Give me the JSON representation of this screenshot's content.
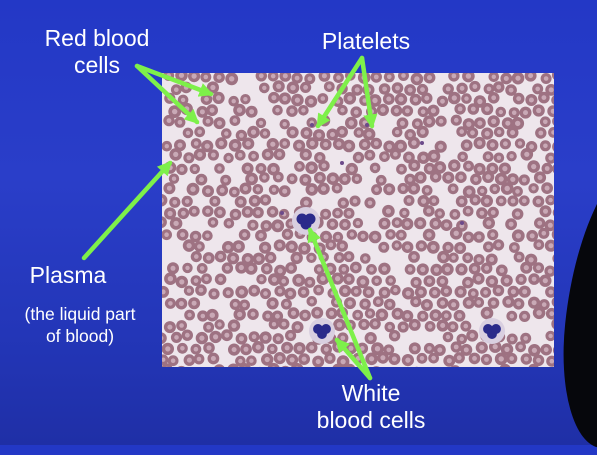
{
  "labels": {
    "red_blood_cells": {
      "line1": "Red blood",
      "line2": "cells"
    },
    "platelets": "Platelets",
    "plasma": "Plasma",
    "plasma_note": {
      "line1": "(the liquid part",
      "line2": "of blood)"
    },
    "white_blood_cells": {
      "line1": "White",
      "line2": "blood cells"
    }
  },
  "colors": {
    "background": "#2338c6",
    "arrow": "#7ef04a",
    "text": "#ffffff",
    "red_cell": "#9e7282",
    "white_cell": "#2a2a8a",
    "plasma_bg": "#eee6ec"
  }
}
